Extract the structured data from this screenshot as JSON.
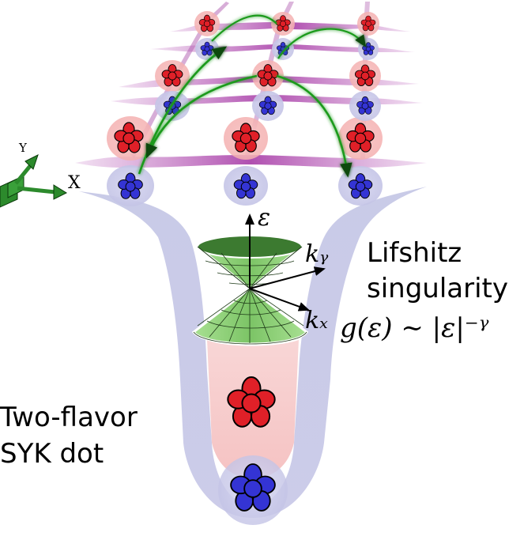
{
  "labels": {
    "lifshitz_line1": "Lifshitz",
    "lifshitz_line2": "singularity",
    "dos_formula": "g(ε) ∼ |ε|⁻ᵞ",
    "dot_line1": "Two-flavor",
    "dot_line2": "SYK dot",
    "energy_axis": "ε",
    "ky_axis": "kᵧ",
    "kx_axis": "kₓ",
    "x_axis": "X",
    "y_axis": "Y"
  },
  "colors": {
    "red_flavor": "#e0202a",
    "blue_flavor": "#3a3ad8",
    "red_halo": "#f4b6b6",
    "blue_halo": "#c8c8ea",
    "bond": "#b85cb8",
    "hopping_arrow": "#1a8a1a",
    "funnel": "#c9cbe6",
    "cone": "#8fd07a"
  }
}
